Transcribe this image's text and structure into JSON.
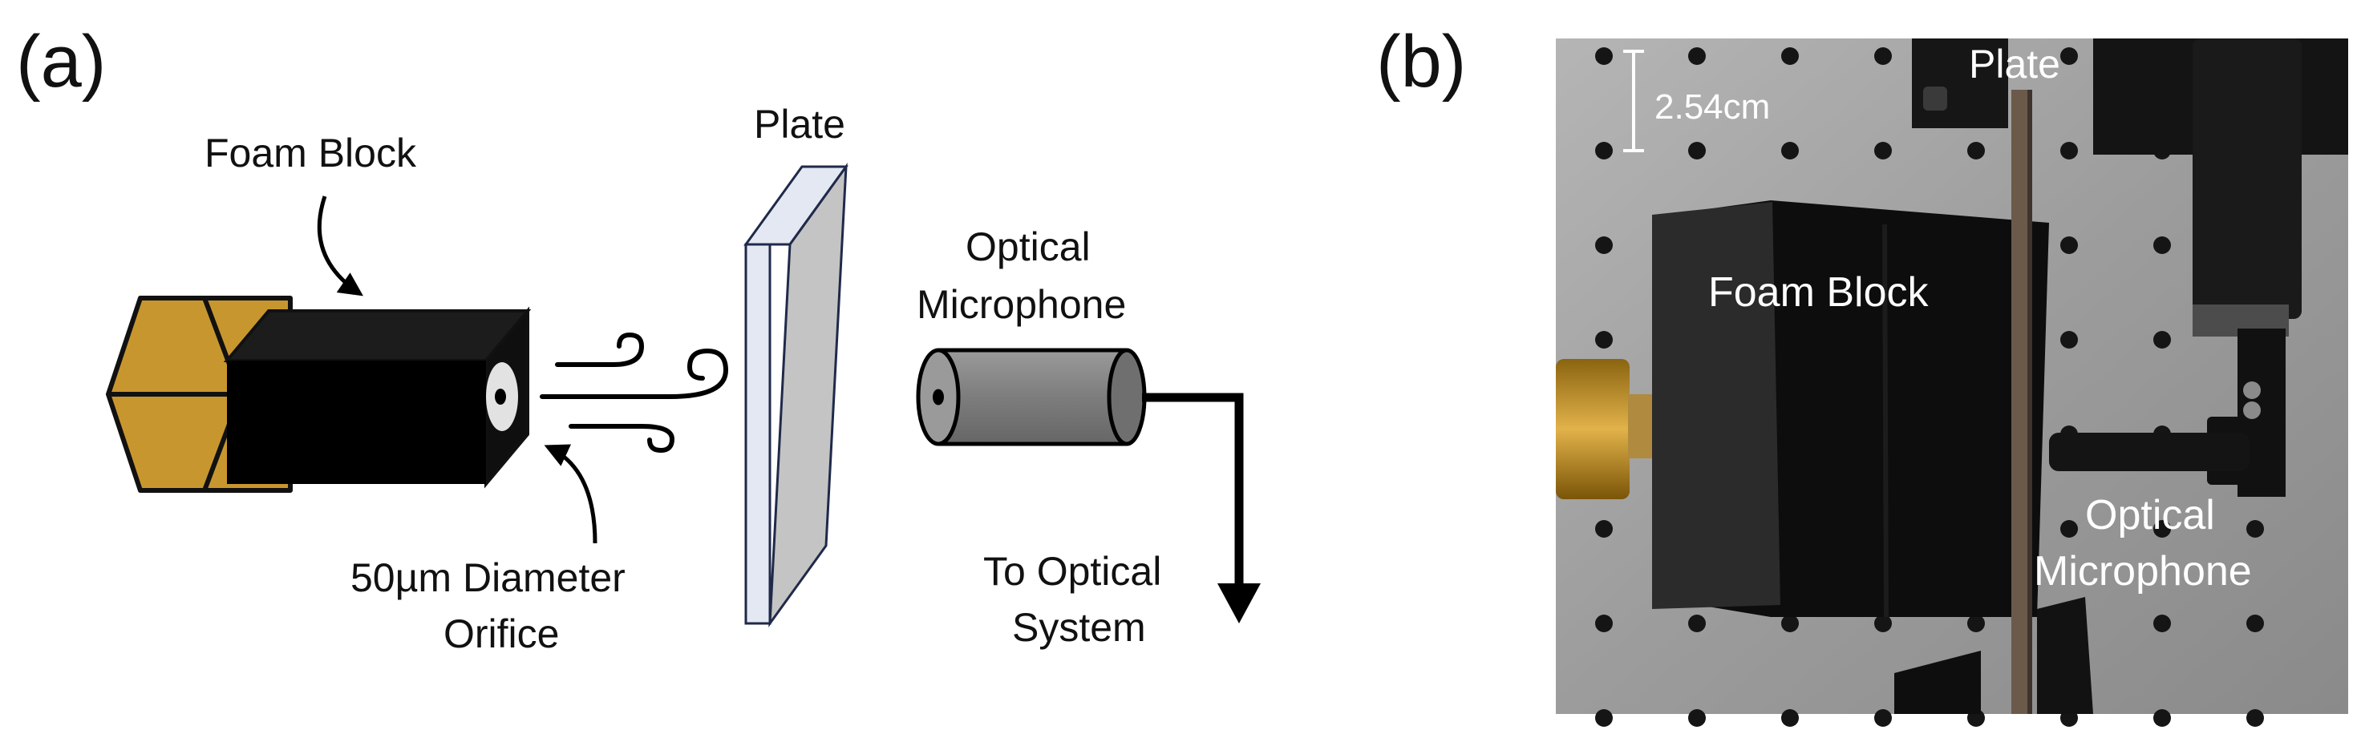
{
  "panel_a": {
    "label": "(a)",
    "foam_block": "Foam Block",
    "plate": "Plate",
    "optical_mic_line1": "Optical",
    "optical_mic_line2": "Microphone",
    "orifice_line1": "50µm Diameter",
    "orifice_line2": "Orifice",
    "to_optical_line1": "To Optical",
    "to_optical_line2": "System"
  },
  "panel_b": {
    "label": "(b)",
    "plate": "Plate",
    "scale": "2.54cm",
    "foam_block": "Foam Block",
    "optical_mic_line1": "Optical",
    "optical_mic_line2": "Microphone"
  },
  "colors": {
    "brass": "#c8962e",
    "foam": "#000000",
    "plate_face": "#c4c4c4",
    "plate_edge": "#e4e8f2",
    "mic_body": "#808080",
    "table": "#9a9a9a"
  }
}
